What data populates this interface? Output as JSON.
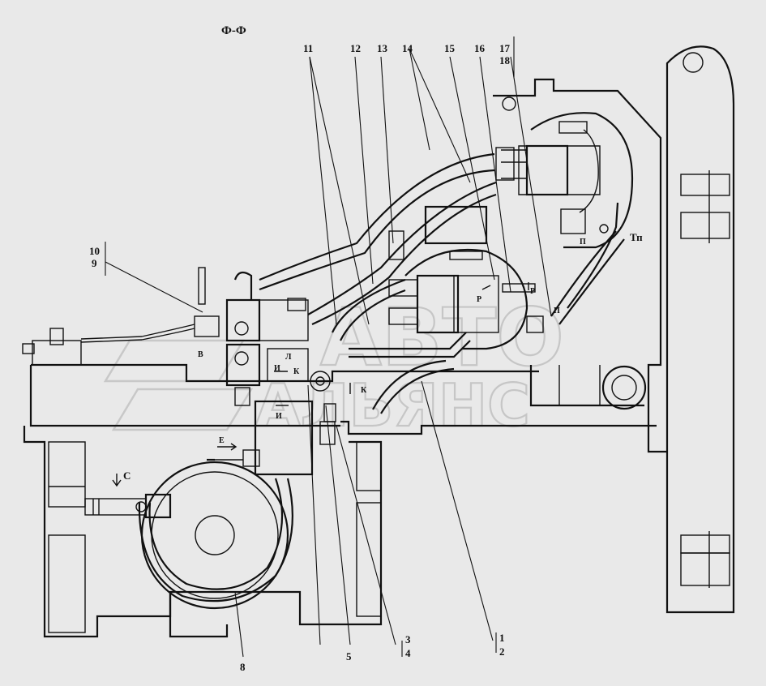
{
  "section_title": "Ф-Ф",
  "callouts": {
    "n1": "1",
    "n2": "2",
    "n3": "3",
    "n4": "4",
    "n5": "5",
    "n8": "8",
    "n9": "9",
    "n10": "10",
    "n11": "11",
    "n12": "12",
    "n13": "13",
    "n14": "14",
    "n15": "15",
    "n16": "16",
    "n17": "17",
    "n18": "18"
  },
  "ports": {
    "tp": "Тп",
    "p_upper": "П",
    "p_lower": "П",
    "r1": "Р",
    "r2": "Р",
    "l": "Л",
    "i1": "И",
    "i2": "И",
    "k1": "К",
    "k2": "К",
    "v": "В",
    "e": "Е",
    "c": "С"
  },
  "watermark": {
    "line1": "АВТО",
    "line2": "АЛЬЯНС"
  }
}
